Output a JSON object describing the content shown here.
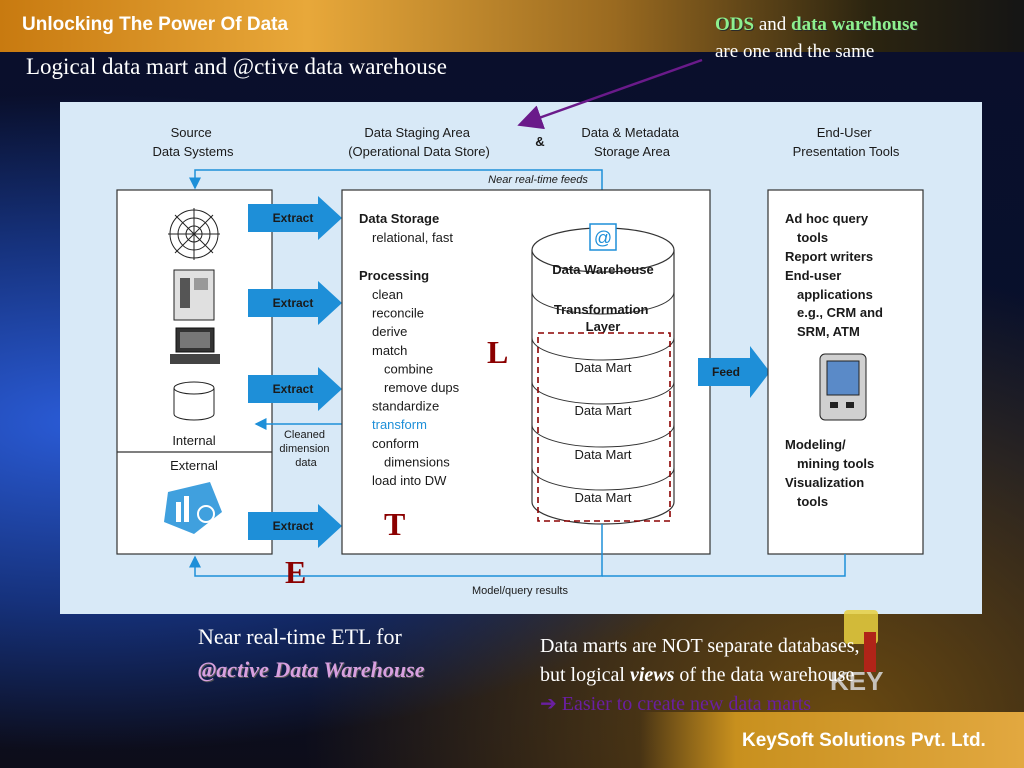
{
  "header": {
    "title": "Unlocking The Power Of Data"
  },
  "subtitle": "Logical data mart and @ctive data warehouse",
  "ods_note": {
    "ods": "ODS",
    "and": "and",
    "dw": "data warehouse",
    "rest": "are one and the same"
  },
  "diagram": {
    "headers": {
      "source": [
        "Source",
        "Data Systems"
      ],
      "staging": [
        "Data Staging Area",
        "(Operational Data Store)"
      ],
      "ampersand": "&",
      "metadata": [
        "Data & Metadata",
        "Storage Area"
      ],
      "enduser": [
        "End-User",
        "Presentation Tools"
      ]
    },
    "near_realtime": "Near real-time feeds",
    "extract_label": "Extract",
    "internal": "Internal",
    "external": "External",
    "cleaned": [
      "Cleaned",
      "dimension",
      "data"
    ],
    "storage": {
      "title": "Data Storage",
      "sub": "relational, fast"
    },
    "processing": {
      "title": "Processing",
      "steps": [
        "clean",
        "reconcile",
        "derive",
        "match",
        "combine",
        "remove dups",
        "standardize",
        "transform",
        "conform",
        "dimensions",
        "load into DW"
      ]
    },
    "at_symbol": "@",
    "data_warehouse": "Data Warehouse",
    "transformation": [
      "Transformation",
      "Layer"
    ],
    "data_mart": "Data Mart",
    "feed": "Feed",
    "tools": [
      "Ad hoc query",
      "tools",
      "Report writers",
      "End-user",
      "applications",
      "e.g., CRM and",
      "SRM, ATM",
      "Modeling/",
      "mining tools",
      "Visualization",
      "tools"
    ],
    "model_query": "Model/query results",
    "letters": {
      "e": "E",
      "t": "T",
      "l": "L"
    },
    "colors": {
      "panel": "#d8e9f7",
      "arrow": "#1e8fd8",
      "mart_box": "#8b0000",
      "transform_text": "#1e8fd8",
      "pointer": "#6a1a8a"
    }
  },
  "bottom_left": {
    "line1": "Near real-time ETL for",
    "line2": "@active Data Warehouse"
  },
  "bottom_right": {
    "line1": "Data marts are NOT separate databases,",
    "line2a": "but logical",
    "views": "views",
    "line2b": "of the data warehouse",
    "arrow": "➔",
    "line3": "Easier to create new data marts"
  },
  "footer": {
    "company": "KeySoft Solutions Pvt. Ltd."
  }
}
